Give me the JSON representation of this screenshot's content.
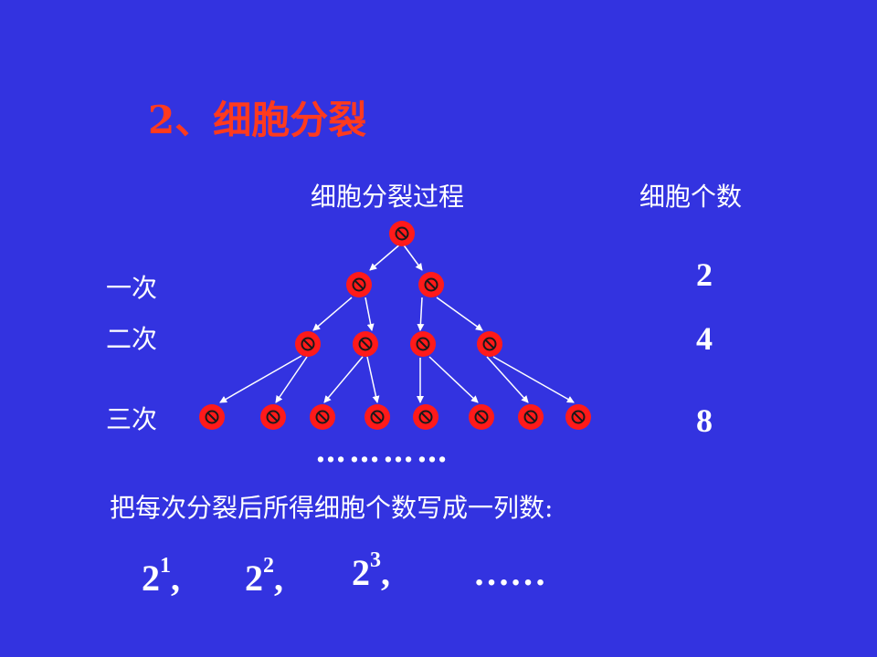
{
  "title": "2、细胞分裂",
  "headers": {
    "process": "细胞分裂过程",
    "count": "细胞个数"
  },
  "rounds": [
    {
      "label": "一次",
      "count": "2"
    },
    {
      "label": "二次",
      "count": "4"
    },
    {
      "label": "三次",
      "count": "8"
    }
  ],
  "tree_dots": "…………",
  "sentence": "把每次分裂后所得细胞个数写成一列数:",
  "sequence": [
    {
      "base": "2",
      "exp": "1",
      "sep": ","
    },
    {
      "base": "2",
      "exp": "2",
      "sep": ","
    },
    {
      "base": "2",
      "exp": "3",
      "sep": ","
    }
  ],
  "sequence_ellipsis": "……",
  "colors": {
    "background": "#3333e0",
    "title": "#ff3a1e",
    "cell": "#ff1a1a",
    "text": "#ffffff"
  },
  "icons": {
    "cell": "cell-icon",
    "arrow": "arrow-icon"
  }
}
